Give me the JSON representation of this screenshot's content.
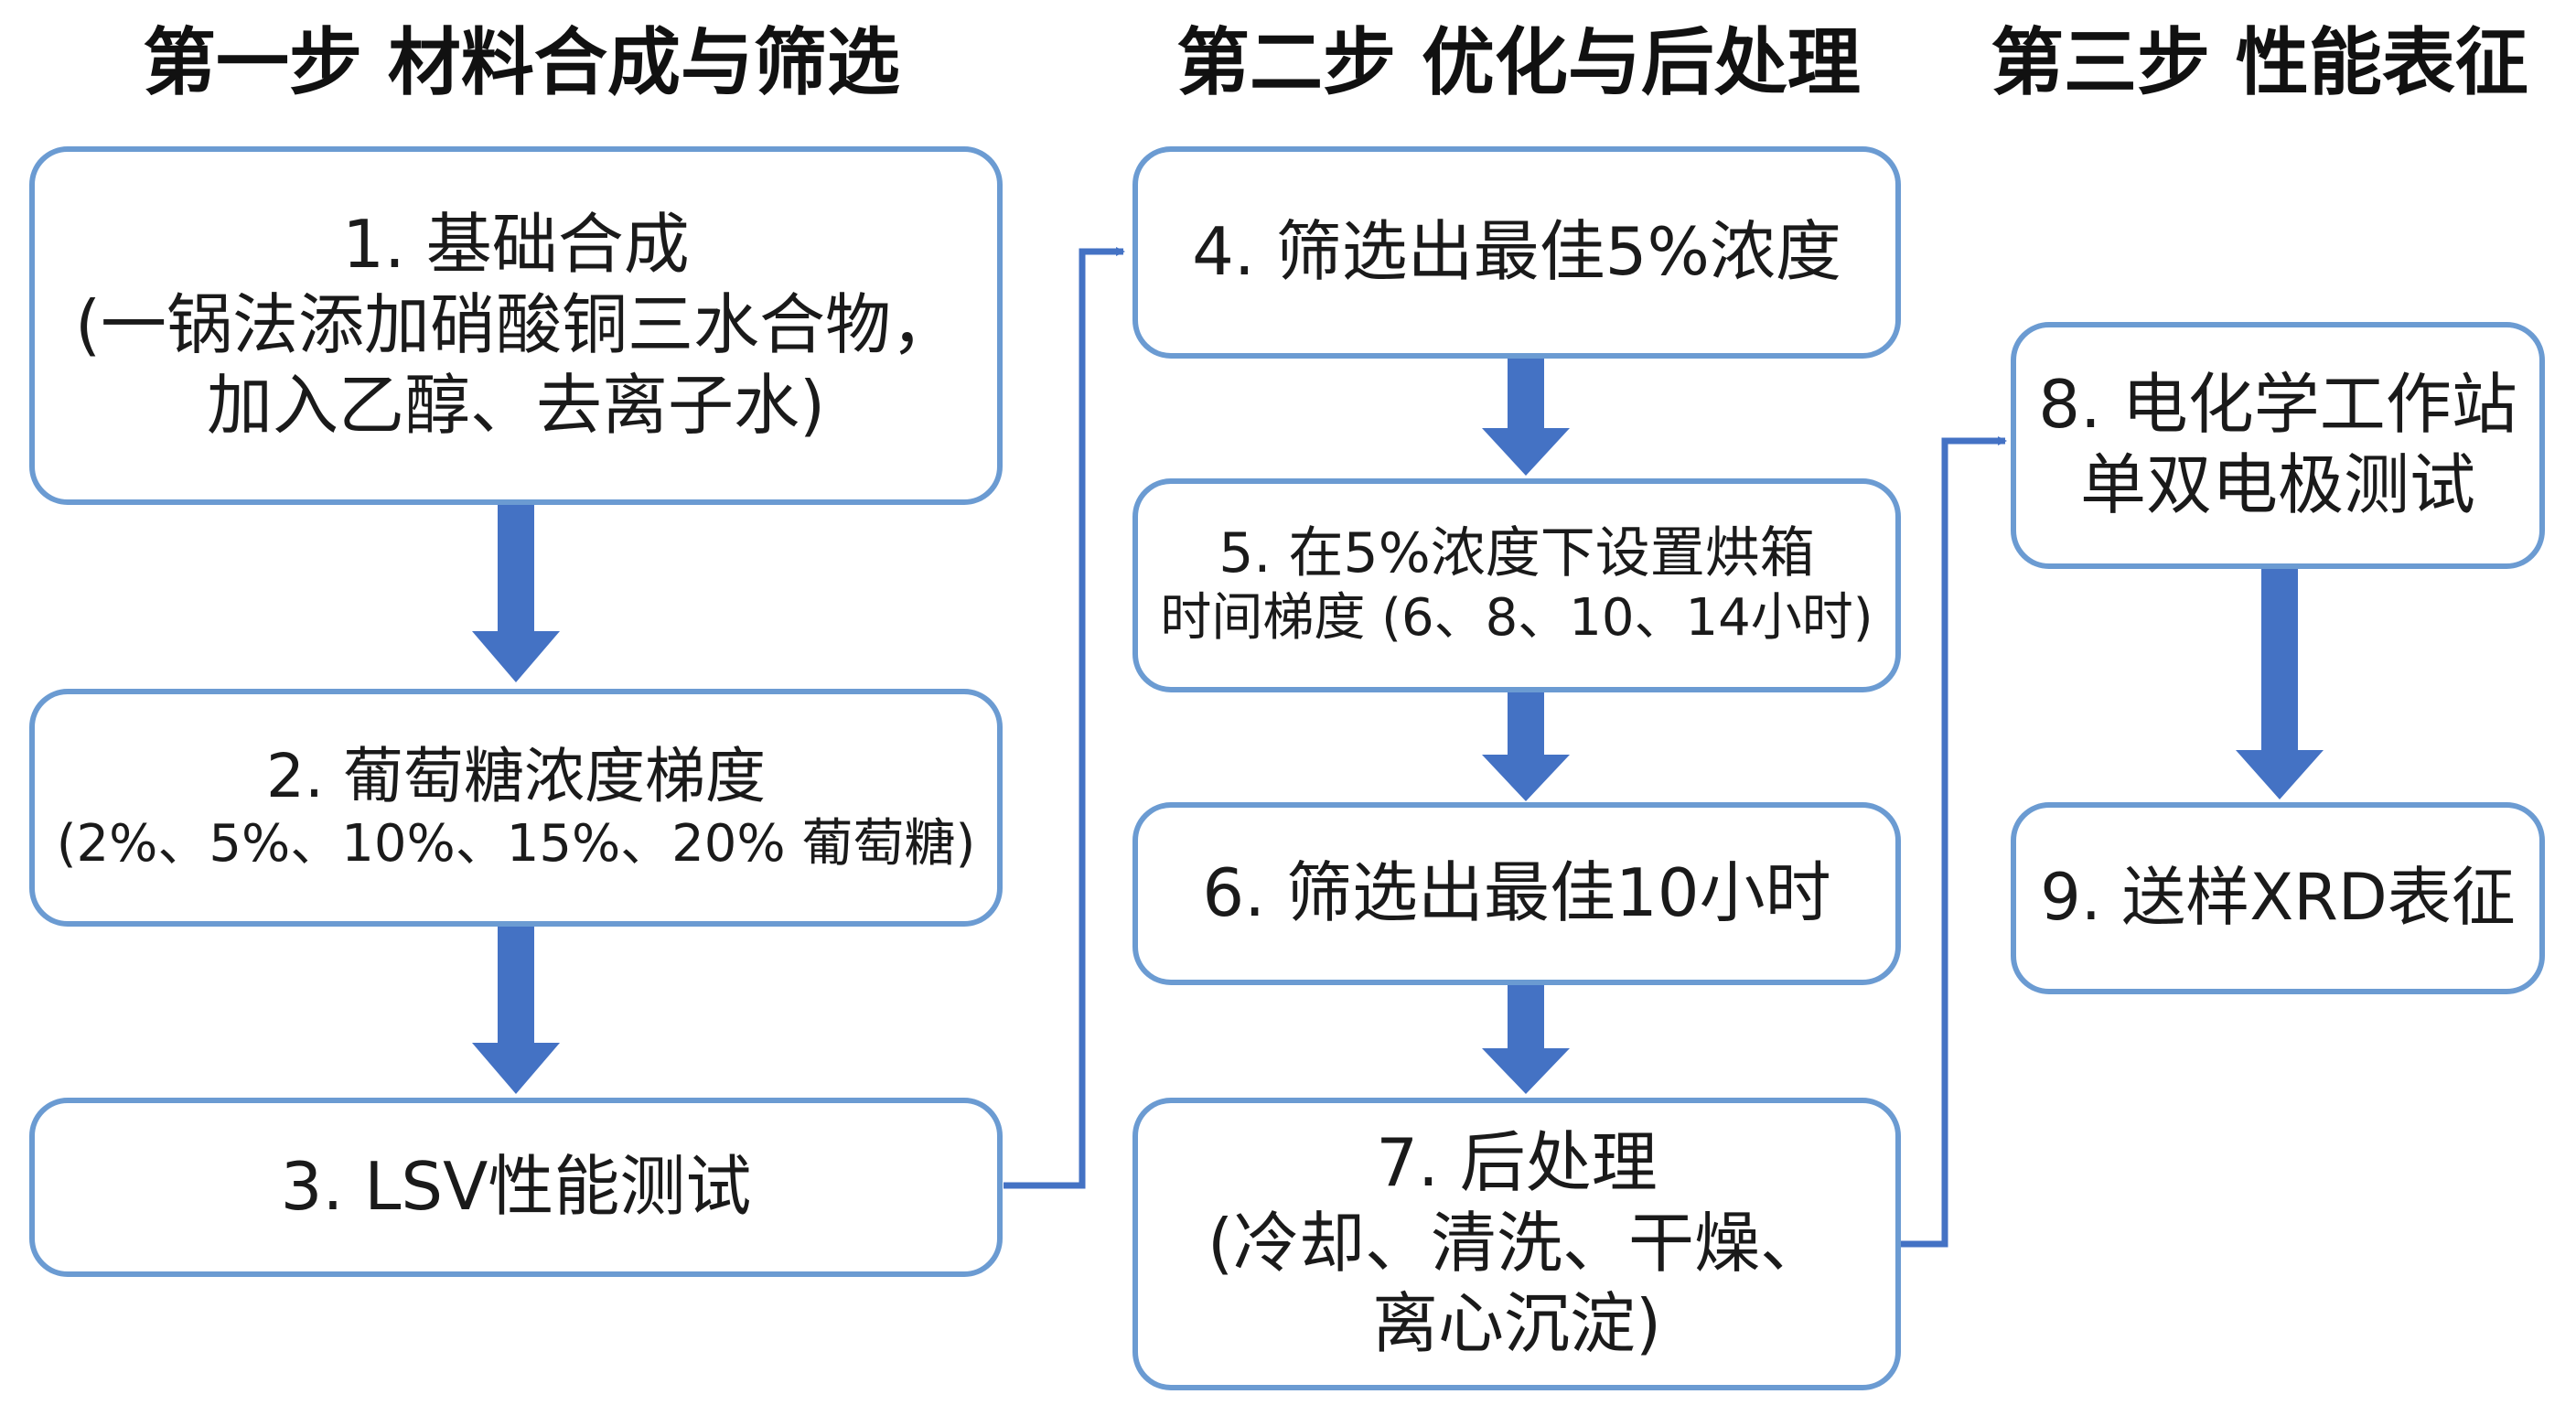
{
  "headers": {
    "step1": "第一步 材料合成与筛选",
    "step2": "第二步 优化与后处理",
    "step3": "第三步 性能表征"
  },
  "steps": [
    {
      "lines": [
        "1. 基础合成",
        "(一锅法添加硝酸铜三水合物，",
        "加入乙醇、去离子水)"
      ]
    },
    {
      "lines": [
        "2. 葡萄糖浓度梯度",
        "(2%、5%、10%、15%、20% 葡萄糖)"
      ]
    },
    {
      "lines": [
        "3. LSV性能测试"
      ]
    },
    {
      "lines": [
        "4. 筛选出最佳5%浓度"
      ]
    },
    {
      "lines": [
        "5. 在5%浓度下设置烘箱",
        "时间梯度 (6、8、10、14小时)"
      ]
    },
    {
      "lines": [
        "6. 筛选出最佳10小时"
      ]
    },
    {
      "lines": [
        "7. 后处理",
        "(冷却、清洗、干燥、",
        "离心沉淀)"
      ]
    },
    {
      "lines": [
        "8. 电化学工作站",
        "单双电极测试"
      ]
    },
    {
      "lines": [
        "9. 送样XRD表征"
      ]
    }
  ],
  "colors": {
    "box_border": "#6b9bd2",
    "arrow": "#4472c4"
  }
}
